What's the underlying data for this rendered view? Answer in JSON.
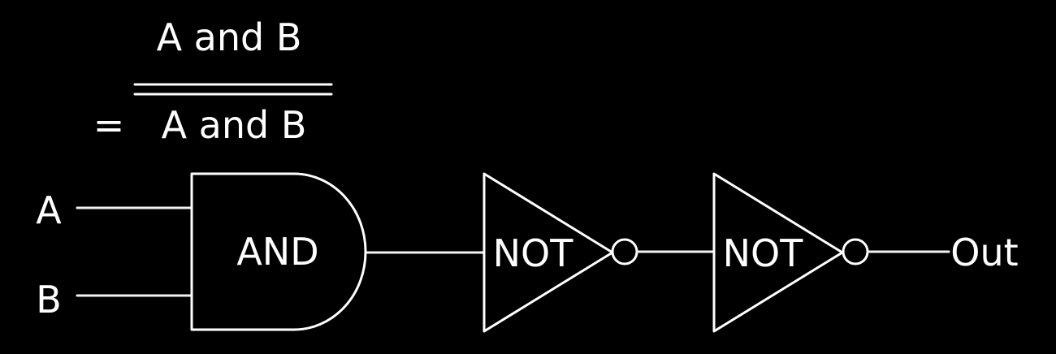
{
  "equation": {
    "top": "A and B",
    "equals": "=",
    "bottom": "A and B"
  },
  "inputs": {
    "a": "A",
    "b": "B"
  },
  "gates": {
    "and": "AND",
    "not1": "NOT",
    "not2": "NOT"
  },
  "output": "Out",
  "colors": {
    "background": "#000000",
    "chalk": "#ffffff"
  }
}
